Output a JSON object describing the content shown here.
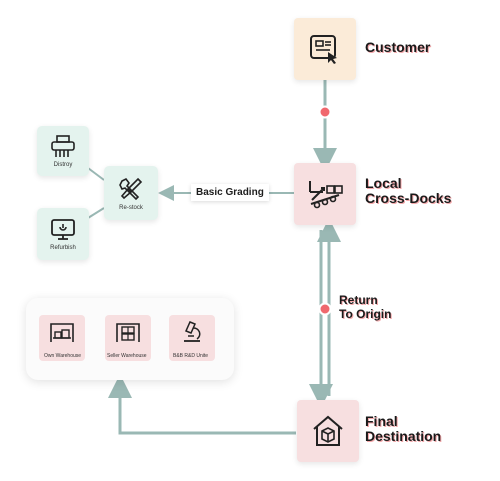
{
  "nodes": {
    "customer": {
      "label": "Customer",
      "icon": "form-click-icon"
    },
    "cross_docks": {
      "label_line1": "Local",
      "label_line2": "Cross-Docks",
      "icon": "conveyor-boxes-icon"
    },
    "final_destination": {
      "label_line1": "Final",
      "label_line2": "Destination",
      "icon": "house-box-icon"
    },
    "restock": {
      "label": "Re-stock",
      "icon": "tools-icon"
    },
    "destroy": {
      "label": "Distroy",
      "icon": "shredder-icon"
    },
    "refurbish": {
      "label": "Refurbish",
      "icon": "monitor-icon"
    }
  },
  "edges": {
    "basic_grading": "Basic Grading",
    "return_line1": "Return",
    "return_line2": "To Origin"
  },
  "origins": [
    {
      "label": "Own Warehouse",
      "icon": "warehouse-icon"
    },
    {
      "label": "Seller Warehouse",
      "icon": "warehouse-shelf-icon"
    },
    {
      "label": "B&B R&D Unite",
      "icon": "microscope-icon"
    }
  ],
  "colors": {
    "line": "#9ab8b4",
    "dot": "#f0686e",
    "cream": "#fbebd8",
    "pink": "#f7dfe0",
    "mint": "#e4f3ee"
  }
}
